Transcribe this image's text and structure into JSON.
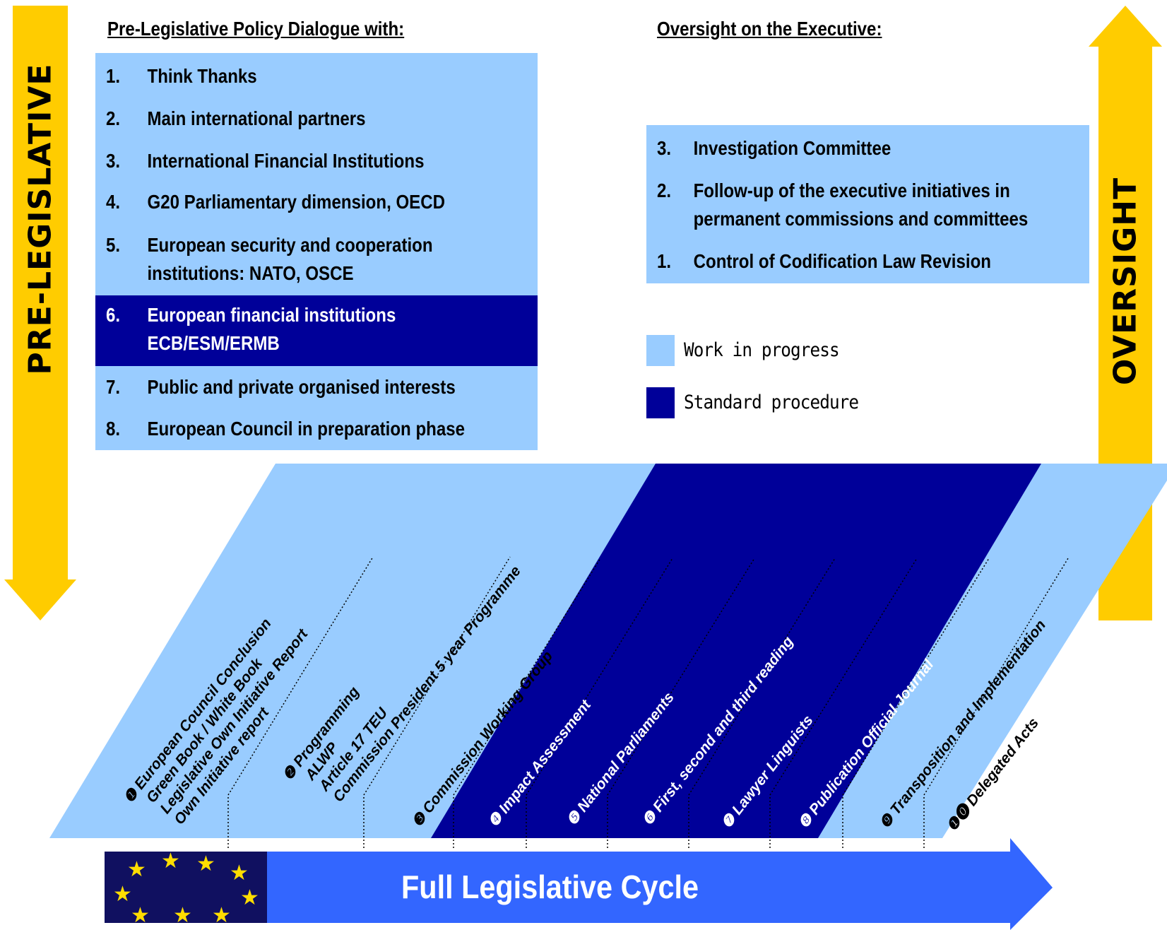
{
  "side_labels": {
    "left": "PRE-LEGISLATIVE",
    "right": "OVERSIGHT"
  },
  "pre_legislative": {
    "heading": "Pre-Legislative Policy Dialogue with:",
    "items": [
      {
        "num": "1.",
        "lines": [
          "Think Thanks"
        ],
        "style": "work-in-progress"
      },
      {
        "num": "2.",
        "lines": [
          "Main international partners"
        ],
        "style": "work-in-progress"
      },
      {
        "num": "3.",
        "lines": [
          "International Financial Institutions"
        ],
        "style": "work-in-progress"
      },
      {
        "num": "4.",
        "lines": [
          "G20 Parliamentary dimension, OECD"
        ],
        "style": "work-in-progress"
      },
      {
        "num": "5.",
        "lines": [
          "European security and cooperation",
          "institutions: NATO, OSCE"
        ],
        "style": "work-in-progress"
      },
      {
        "num": "6.",
        "lines": [
          "European financial institutions",
          "ECB/ESM/ERMB"
        ],
        "style": "standard-procedure"
      },
      {
        "num": "7.",
        "lines": [
          "Public and private organised interests"
        ],
        "style": "work-in-progress"
      },
      {
        "num": "8.",
        "lines": [
          "European Council in preparation phase"
        ],
        "style": "work-in-progress"
      }
    ]
  },
  "oversight": {
    "heading": "Oversight on the Executive:",
    "items": [
      {
        "num": "3.",
        "lines": [
          "Investigation Committee"
        ]
      },
      {
        "num": "2.",
        "lines": [
          "Follow-up of the executive initiatives in",
          "permanent commissions and committees"
        ]
      },
      {
        "num": "1.",
        "lines": [
          "Control of Codification Law Revision"
        ]
      }
    ]
  },
  "legend": [
    {
      "label": "Work in progress",
      "color": "#99ccff"
    },
    {
      "label": "Standard procedure",
      "color": "#000099"
    }
  ],
  "cycle": {
    "label": "Full Legislative Cycle",
    "steps": [
      {
        "marker": "❶",
        "lines": [
          "European Council Conclusion",
          "Green Book / White Book",
          "Legislative Own Initiative Report",
          "Own Initiative report"
        ],
        "style": "work-in-progress"
      },
      {
        "marker": "❷",
        "lines": [
          "Programming",
          "ALWP",
          "Article 17 TEU",
          "Commission President 5 year Programme"
        ],
        "style": "work-in-progress"
      },
      {
        "marker": "❸",
        "lines": [
          "Commission Working Group"
        ],
        "style": "work-in-progress"
      },
      {
        "marker": "❹",
        "lines": [
          "Impact Assessment"
        ],
        "style": "standard-procedure"
      },
      {
        "marker": "❺",
        "lines": [
          "National Parliaments"
        ],
        "style": "standard-procedure"
      },
      {
        "marker": "❻",
        "lines": [
          "First, second and third reading"
        ],
        "style": "standard-procedure"
      },
      {
        "marker": "❼",
        "lines": [
          "Lawyer Linguists"
        ],
        "style": "standard-procedure"
      },
      {
        "marker": "❽",
        "lines": [
          "Publication Official Journal"
        ],
        "style": "standard-procedure"
      },
      {
        "marker": "❾",
        "lines": [
          "Transposition and Implementation"
        ],
        "style": "work-in-progress"
      },
      {
        "marker": "❶⓿",
        "lines": [
          "Delegated Acts"
        ],
        "style": "work-in-progress"
      }
    ]
  },
  "colors": {
    "light_blue": "#99ccff",
    "dark_blue": "#000099",
    "arrow_yellow": "#ffcc00",
    "cycle_arrow_blue": "#3366ff",
    "flag_blue": "#101060",
    "star_yellow": "#ffdd00"
  }
}
